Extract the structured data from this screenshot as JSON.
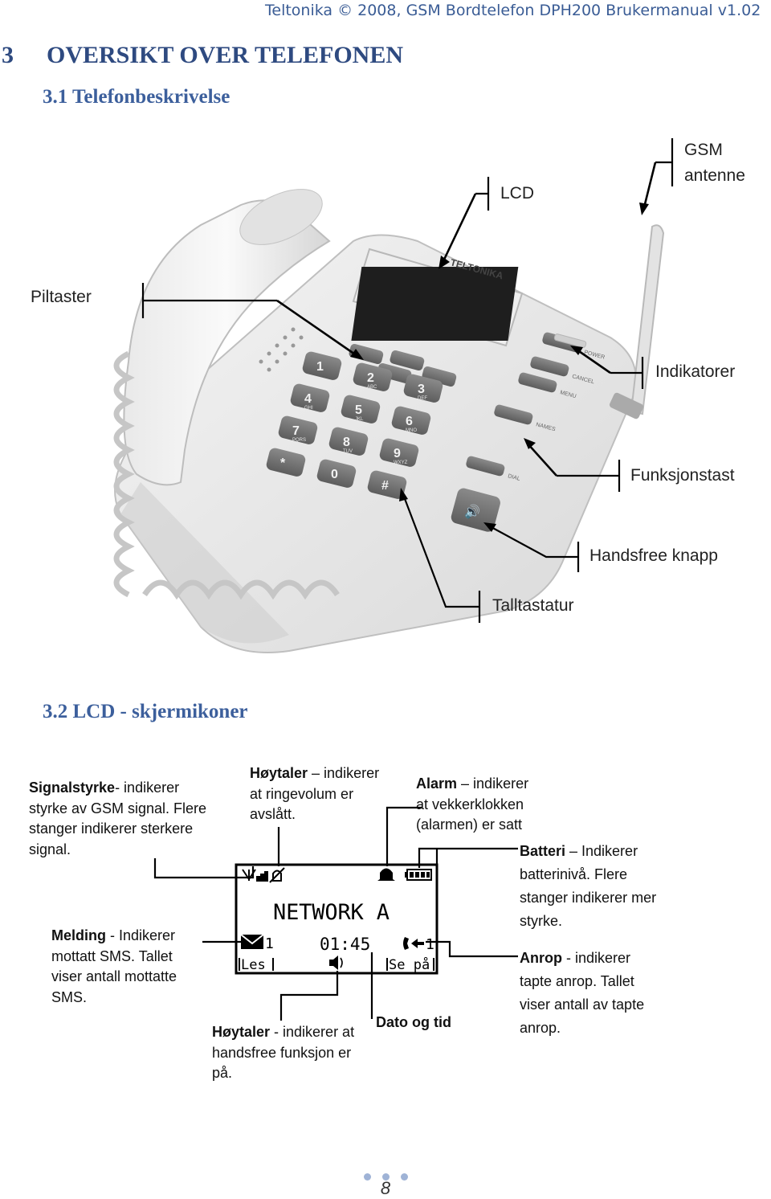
{
  "header": {
    "running_title": "Teltonika © 2008, GSM Bordtelefon DPH200 Brukermanual v1.02"
  },
  "section": {
    "number": "3",
    "title": "OVERSIKT OVER TELEFONEN"
  },
  "subsection1": {
    "title": "3.1 Telefonbeskrivelse"
  },
  "phone_brand": "TELTONIKA",
  "phone_keys": {
    "digits": [
      {
        "main": "1",
        "sub": ""
      },
      {
        "main": "2",
        "sub": "ABC"
      },
      {
        "main": "3",
        "sub": "DEF"
      },
      {
        "main": "4",
        "sub": "GHI"
      },
      {
        "main": "5",
        "sub": "JKL"
      },
      {
        "main": "6",
        "sub": "MNO"
      },
      {
        "main": "7",
        "sub": "PQRS"
      },
      {
        "main": "8",
        "sub": "TUV"
      },
      {
        "main": "9",
        "sub": "WXYZ"
      },
      {
        "main": "*",
        "sub": ""
      },
      {
        "main": "0",
        "sub": ""
      },
      {
        "main": "#",
        "sub": ""
      }
    ],
    "function_labels": [
      "POWER",
      "CANCEL",
      "MENU",
      "NAMES",
      "DIAL"
    ]
  },
  "callouts": {
    "lcd": "LCD",
    "gsm_antenna_line1": "GSM",
    "gsm_antenna_line2": "antenne",
    "arrow_keys": "Piltaster",
    "indicators": "Indikatorer",
    "function_keys": "Funksjonstast",
    "handsfree_button": "Handsfree knapp",
    "keypad": "Talltastatur"
  },
  "subsection2": {
    "title": "3.2 LCD - skjermikoner"
  },
  "lcd_screen": {
    "network": "NETWORK A",
    "sms_count": "1",
    "time": "01:45",
    "missed_count": "1",
    "left_soft": "Les",
    "right_soft": "Se på"
  },
  "annotations": {
    "signal": {
      "bold": "Signalstyrke",
      "text": "- indikerer styrke av  GSM signal. Flere stanger indikerer sterkere signal."
    },
    "message": {
      "bold": "Melding",
      "text": " - Indikerer mottatt SMS. Tallet viser antall mottatte SMS."
    },
    "speaker_mute": {
      "bold": "Høytaler",
      "text": " – indikerer at ringevolum er avslått."
    },
    "alarm": {
      "bold": "Alarm",
      "text": " – indikerer at vekkerklokken (alarmen)  er satt"
    },
    "battery": {
      "bold": "Batteri",
      "text": " – Indikerer batterinivå.  Flere stanger indikerer mer  styrke."
    },
    "missed_call": {
      "bold": "Anrop",
      "text": " - indikerer tapte anrop. Tallet viser antall av tapte anrop."
    },
    "speaker_handsfree": {
      "bold": "Høytaler",
      "text": " - indikerer at  handsfree funksjon er på."
    },
    "date_time": {
      "bold": "Dato og tid",
      "text": ""
    }
  },
  "footer": {
    "page_number": "8"
  },
  "colors": {
    "heading": "#2e4a80",
    "subheading": "#3c5f9c",
    "header_text": "#3a5c95",
    "footer_dots": "#9fb3d6"
  }
}
